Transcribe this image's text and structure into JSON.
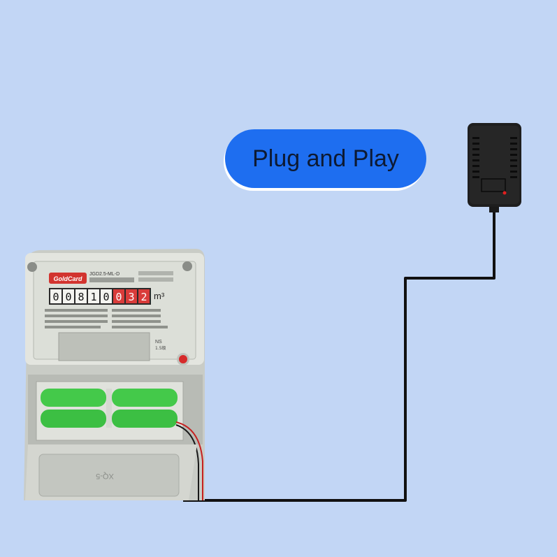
{
  "banner": {
    "label": "Plug and Play"
  },
  "meter": {
    "brand": "GoldCard",
    "model": "JGD2.5-ML-D",
    "digits": [
      "0",
      "0",
      "8",
      "1",
      "0",
      "0",
      "3",
      "2"
    ],
    "unit": "m³",
    "grade": "1.5级",
    "stamp": "XQ-5"
  },
  "colors": {
    "background": "#c2d6f5",
    "banner": "#1e6ef0",
    "cable": "#111111",
    "battery": "#44c94a",
    "adapter": "#1e1e1e",
    "led": "#e02020"
  }
}
